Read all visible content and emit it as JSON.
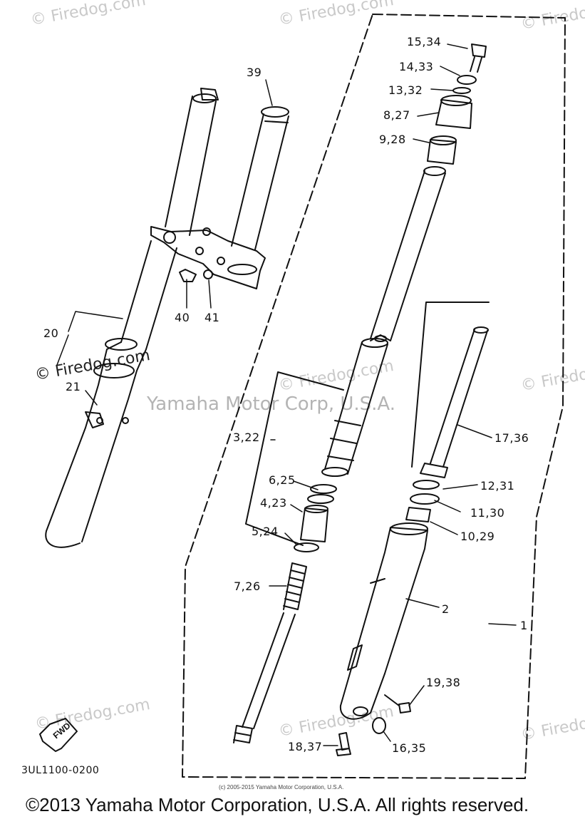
{
  "watermark": {
    "text": "© Firedog.com",
    "center": "Yamaha Motor Corp, U.S.A."
  },
  "callouts": {
    "c1": "1",
    "c2": "2",
    "c3_22": "3,22",
    "c4_23": "4,23",
    "c5_24": "5,24",
    "c6_25": "6,25",
    "c7_26": "7,26",
    "c8_27": "8,27",
    "c9_28": "9,28",
    "c10_29": "10,29",
    "c11_30": "11,30",
    "c12_31": "12,31",
    "c13_32": "13,32",
    "c14_33": "14,33",
    "c15_34": "15,34",
    "c16_35": "16,35",
    "c17_36": "17,36",
    "c18_37": "18,37",
    "c19_38": "19,38",
    "c20": "20",
    "c21": "21",
    "c39": "39",
    "c40": "40",
    "c41": "41"
  },
  "fwd_label": "FWD",
  "diagram_code": "3UL1100-0200",
  "fine_print": "(c) 2005-2015 Yamaha Motor Corporation, U.S.A.",
  "footer": "©2013 Yamaha Motor Corporation, U.S.A. All rights reserved."
}
